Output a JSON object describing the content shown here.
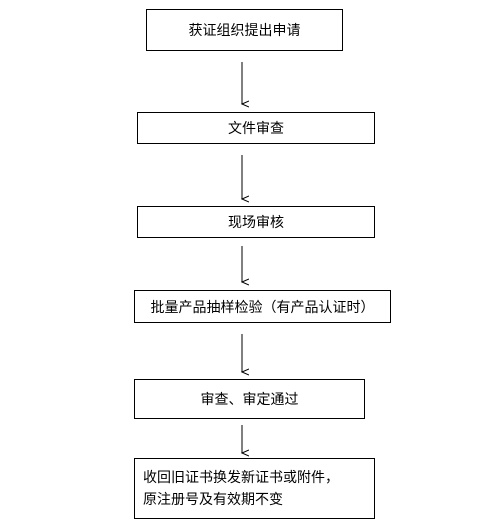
{
  "flowchart": {
    "steps": [
      {
        "label": "获证组织提出申请"
      },
      {
        "label": "文件审查"
      },
      {
        "label": "现场审核"
      },
      {
        "label": "批量产品抽样检验（有产品认证时）"
      },
      {
        "label": "审查、审定通过"
      },
      {
        "lines": [
          "收回旧证书换发新证书或附件，",
          "原注册号及有效期不变"
        ]
      }
    ],
    "colors": {
      "stroke": "#000000",
      "fill": "#ffffff",
      "text": "#000000"
    }
  }
}
